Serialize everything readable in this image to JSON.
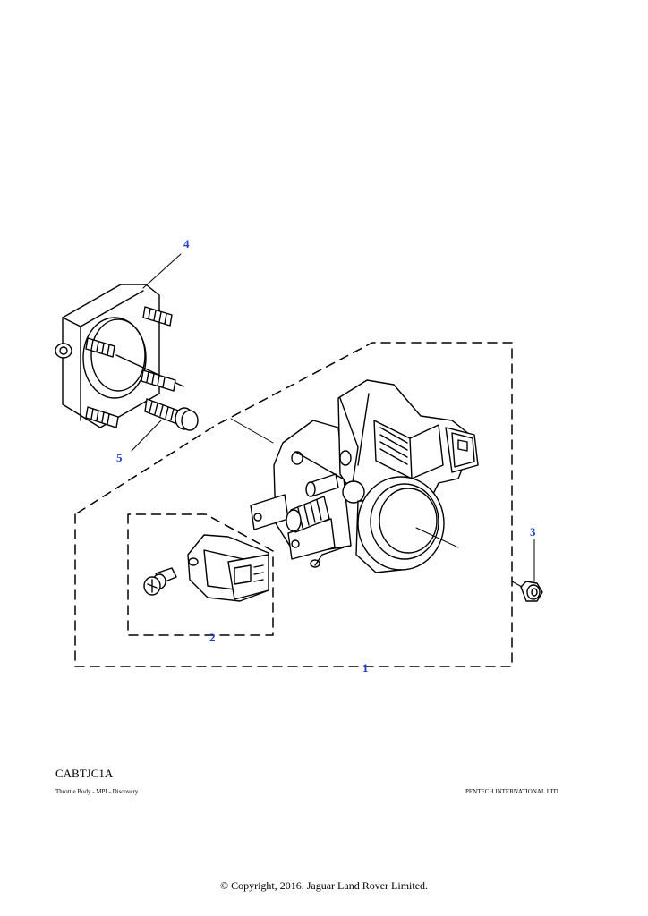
{
  "callouts": {
    "c1": "1",
    "c2": "2",
    "c3": "3",
    "c4": "4",
    "c5": "5"
  },
  "illustration_code": "CABTJC1A",
  "footer": {
    "title": "Throttle Body - MPI - Discovery",
    "publisher": "PENTECH INTERNATIONAL LTD"
  },
  "copyright": "© Copyright, 2016. Jaguar Land Rover Limited.",
  "colors": {
    "callout": "#1a3fc4",
    "line": "#000000",
    "background": "#ffffff"
  }
}
